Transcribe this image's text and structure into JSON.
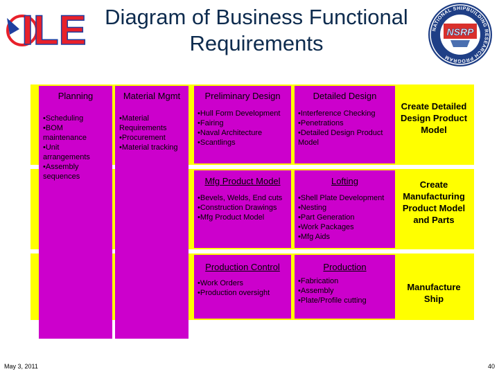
{
  "title": "Diagram of Business Functional Requirements",
  "logo_text": "ILE",
  "seal": {
    "ring_text": "NATIONAL SHIPBUILDING RESEARCH PROGRAM",
    "center_text": "NSRP"
  },
  "columns": {
    "planning": {
      "header": "Planning",
      "items": "•Scheduling\n•BOM\n maintenance\n•Unit\n arrangements\n•Assembly\n sequences"
    },
    "material": {
      "header": "Material Mgmt",
      "items": "•Material\n Requirements\n•Procurement\n•Material tracking"
    }
  },
  "rows": [
    {
      "left": {
        "header": "Preliminary Design",
        "items": "•Hull Form Development\n•Fairing\n•Naval Architecture\n•Scantlings"
      },
      "right": {
        "header": "Detailed Design",
        "items": "•Interference Checking\n•Penetrations\n•Detailed Design Product\n Model"
      },
      "outcome": "Create Detailed\nDesign Product\nModel"
    },
    {
      "left": {
        "header": "Mfg Product Model",
        "items": "•Bevels, Welds, End cuts\n•Construction Drawings\n•Mfg Product Model"
      },
      "right": {
        "header": "Lofting",
        "items": "•Shell Plate Development\n•Nesting\n•Part Generation\n•Work Packages\n•Mfg Aids"
      },
      "outcome": "Create\nManufacturing\nProduct Model\nand Parts"
    },
    {
      "left": {
        "header": "Production Control",
        "items": "•Work Orders\n•Production oversight"
      },
      "right": {
        "header": "Production",
        "items": "•Fabrication\n•Assembly\n•Plate/Profile cutting"
      },
      "outcome": "Manufacture\nShip"
    }
  ],
  "footer": {
    "date": "May 3, 2011",
    "page": "40"
  },
  "colors": {
    "band": "#ffff00",
    "box": "#cc00cc",
    "title": "#0d2b4e",
    "logo_red": "#e8202a",
    "logo_blue": "#1f3fa0"
  }
}
